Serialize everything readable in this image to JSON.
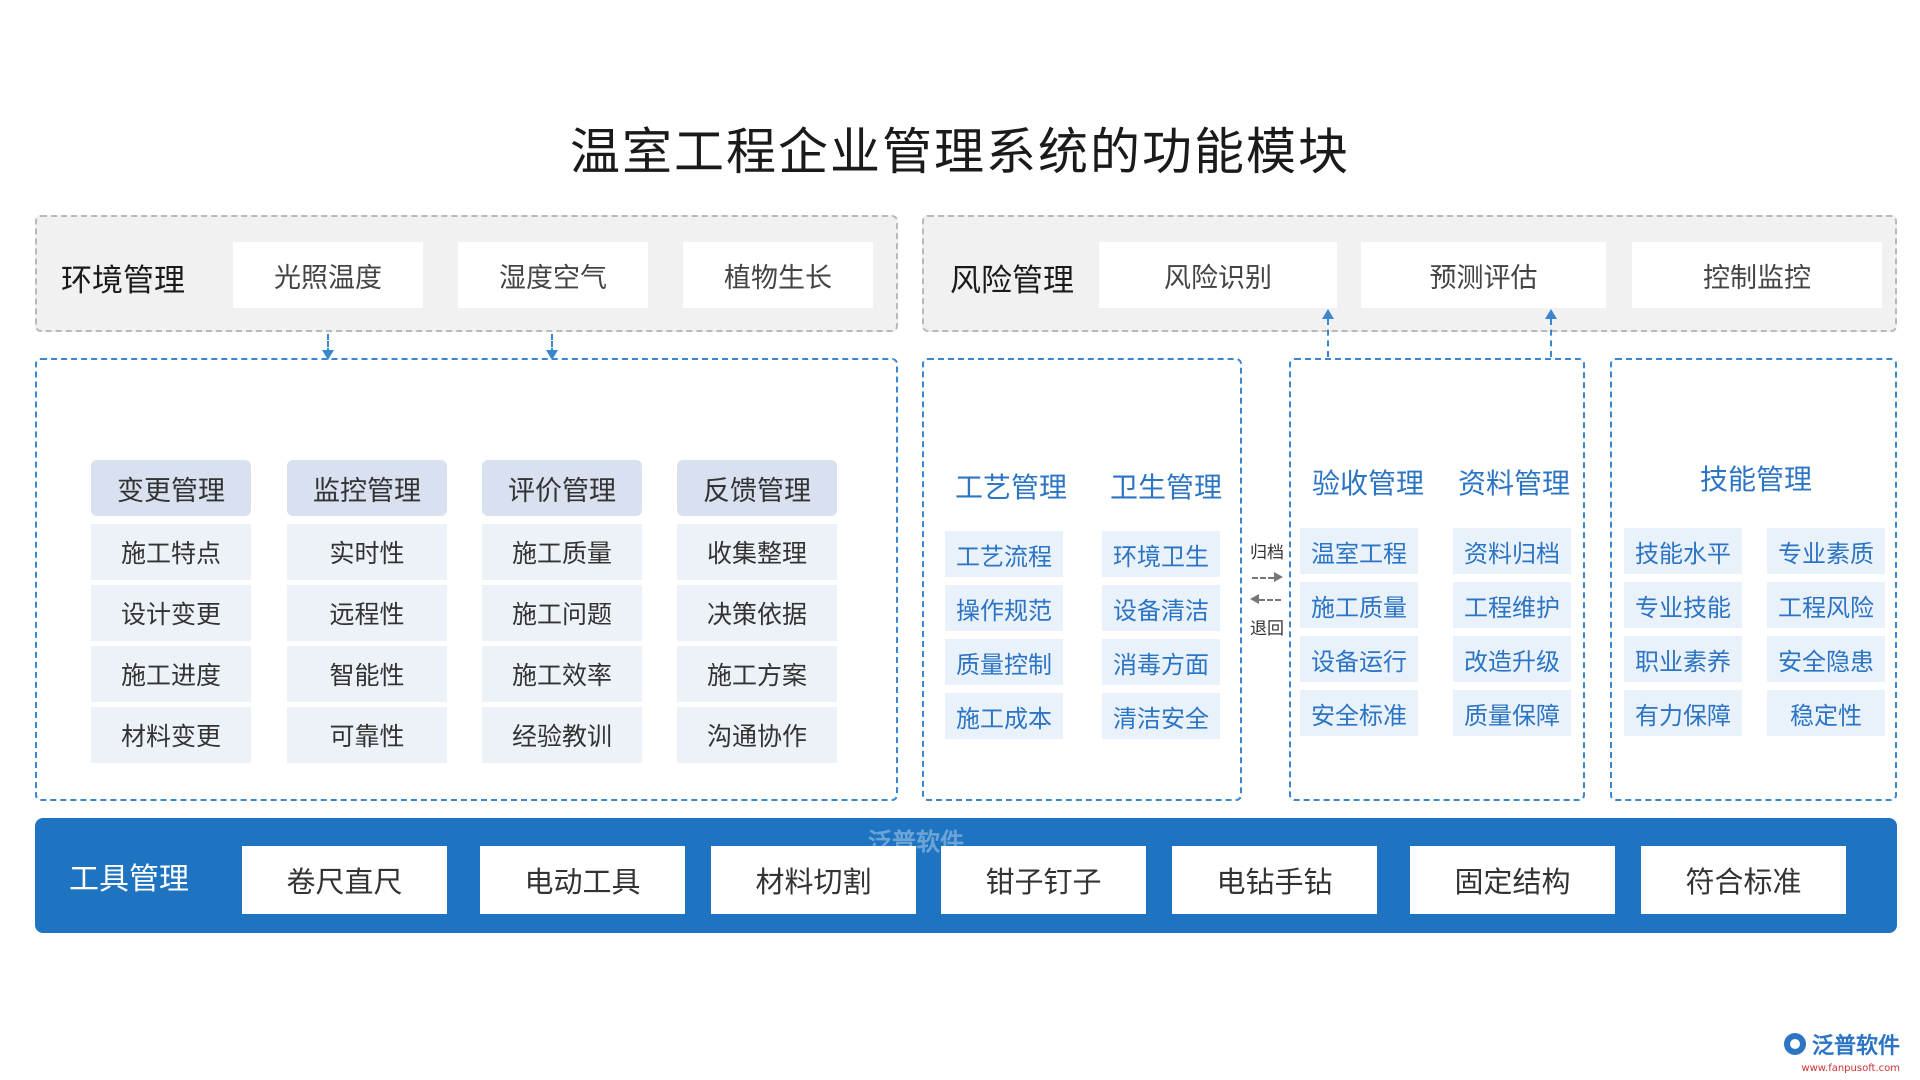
{
  "title": "温室工程企业管理系统的功能模块",
  "environment": {
    "head": "环境管理",
    "chips": [
      "光照温度",
      "湿度空气",
      "植物生长"
    ]
  },
  "risk": {
    "head": "风险管理",
    "chips": [
      "风险识别",
      "预测评估",
      "控制监控"
    ]
  },
  "groups": [
    {
      "head": "变更管理",
      "items": [
        "施工特点",
        "设计变更",
        "施工进度",
        "材料变更"
      ]
    },
    {
      "head": "监控管理",
      "items": [
        "实时性",
        "远程性",
        "智能性",
        "可靠性"
      ]
    },
    {
      "head": "评价管理",
      "items": [
        "施工质量",
        "施工问题",
        "施工效率",
        "经验教训"
      ]
    },
    {
      "head": "反馈管理",
      "items": [
        "收集整理",
        "决策依据",
        "施工方案",
        "沟通协作"
      ]
    }
  ],
  "craft": {
    "head": "工艺管理",
    "items": [
      "工艺流程",
      "操作规范",
      "质量控制",
      "施工成本"
    ]
  },
  "hygiene": {
    "head": "卫生管理",
    "items": [
      "环境卫生",
      "设备清洁",
      "消毒方面",
      "清洁安全"
    ]
  },
  "acceptance": {
    "head": "验收管理",
    "items": [
      "温室工程",
      "施工质量",
      "设备运行",
      "安全标准"
    ]
  },
  "documents": {
    "head": "资料管理",
    "items": [
      "资料归档",
      "工程维护",
      "改造升级",
      "质量保障"
    ]
  },
  "skills": {
    "head": "技能管理",
    "col1": [
      "技能水平",
      "专业技能",
      "职业素养",
      "有力保障"
    ],
    "col2": [
      "专业素质",
      "工程风险",
      "安全隐患",
      "稳定性"
    ]
  },
  "flow": {
    "archive": "归档",
    "return": "退回"
  },
  "tools": {
    "head": "工具管理",
    "chips": [
      "卷尺直尺",
      "电动工具",
      "材料切割",
      "钳子钉子",
      "电钻手钻",
      "固定结构",
      "符合标准"
    ]
  },
  "watermark": "泛普软件",
  "logo": {
    "name": "泛普软件",
    "url": "www.fanpusoft.com"
  },
  "colors": {
    "accent": "#2c74c4",
    "toolbar": "#1f74c2",
    "group_head_bg": "#d9e0f0",
    "item_bg": "#edf2f9"
  }
}
